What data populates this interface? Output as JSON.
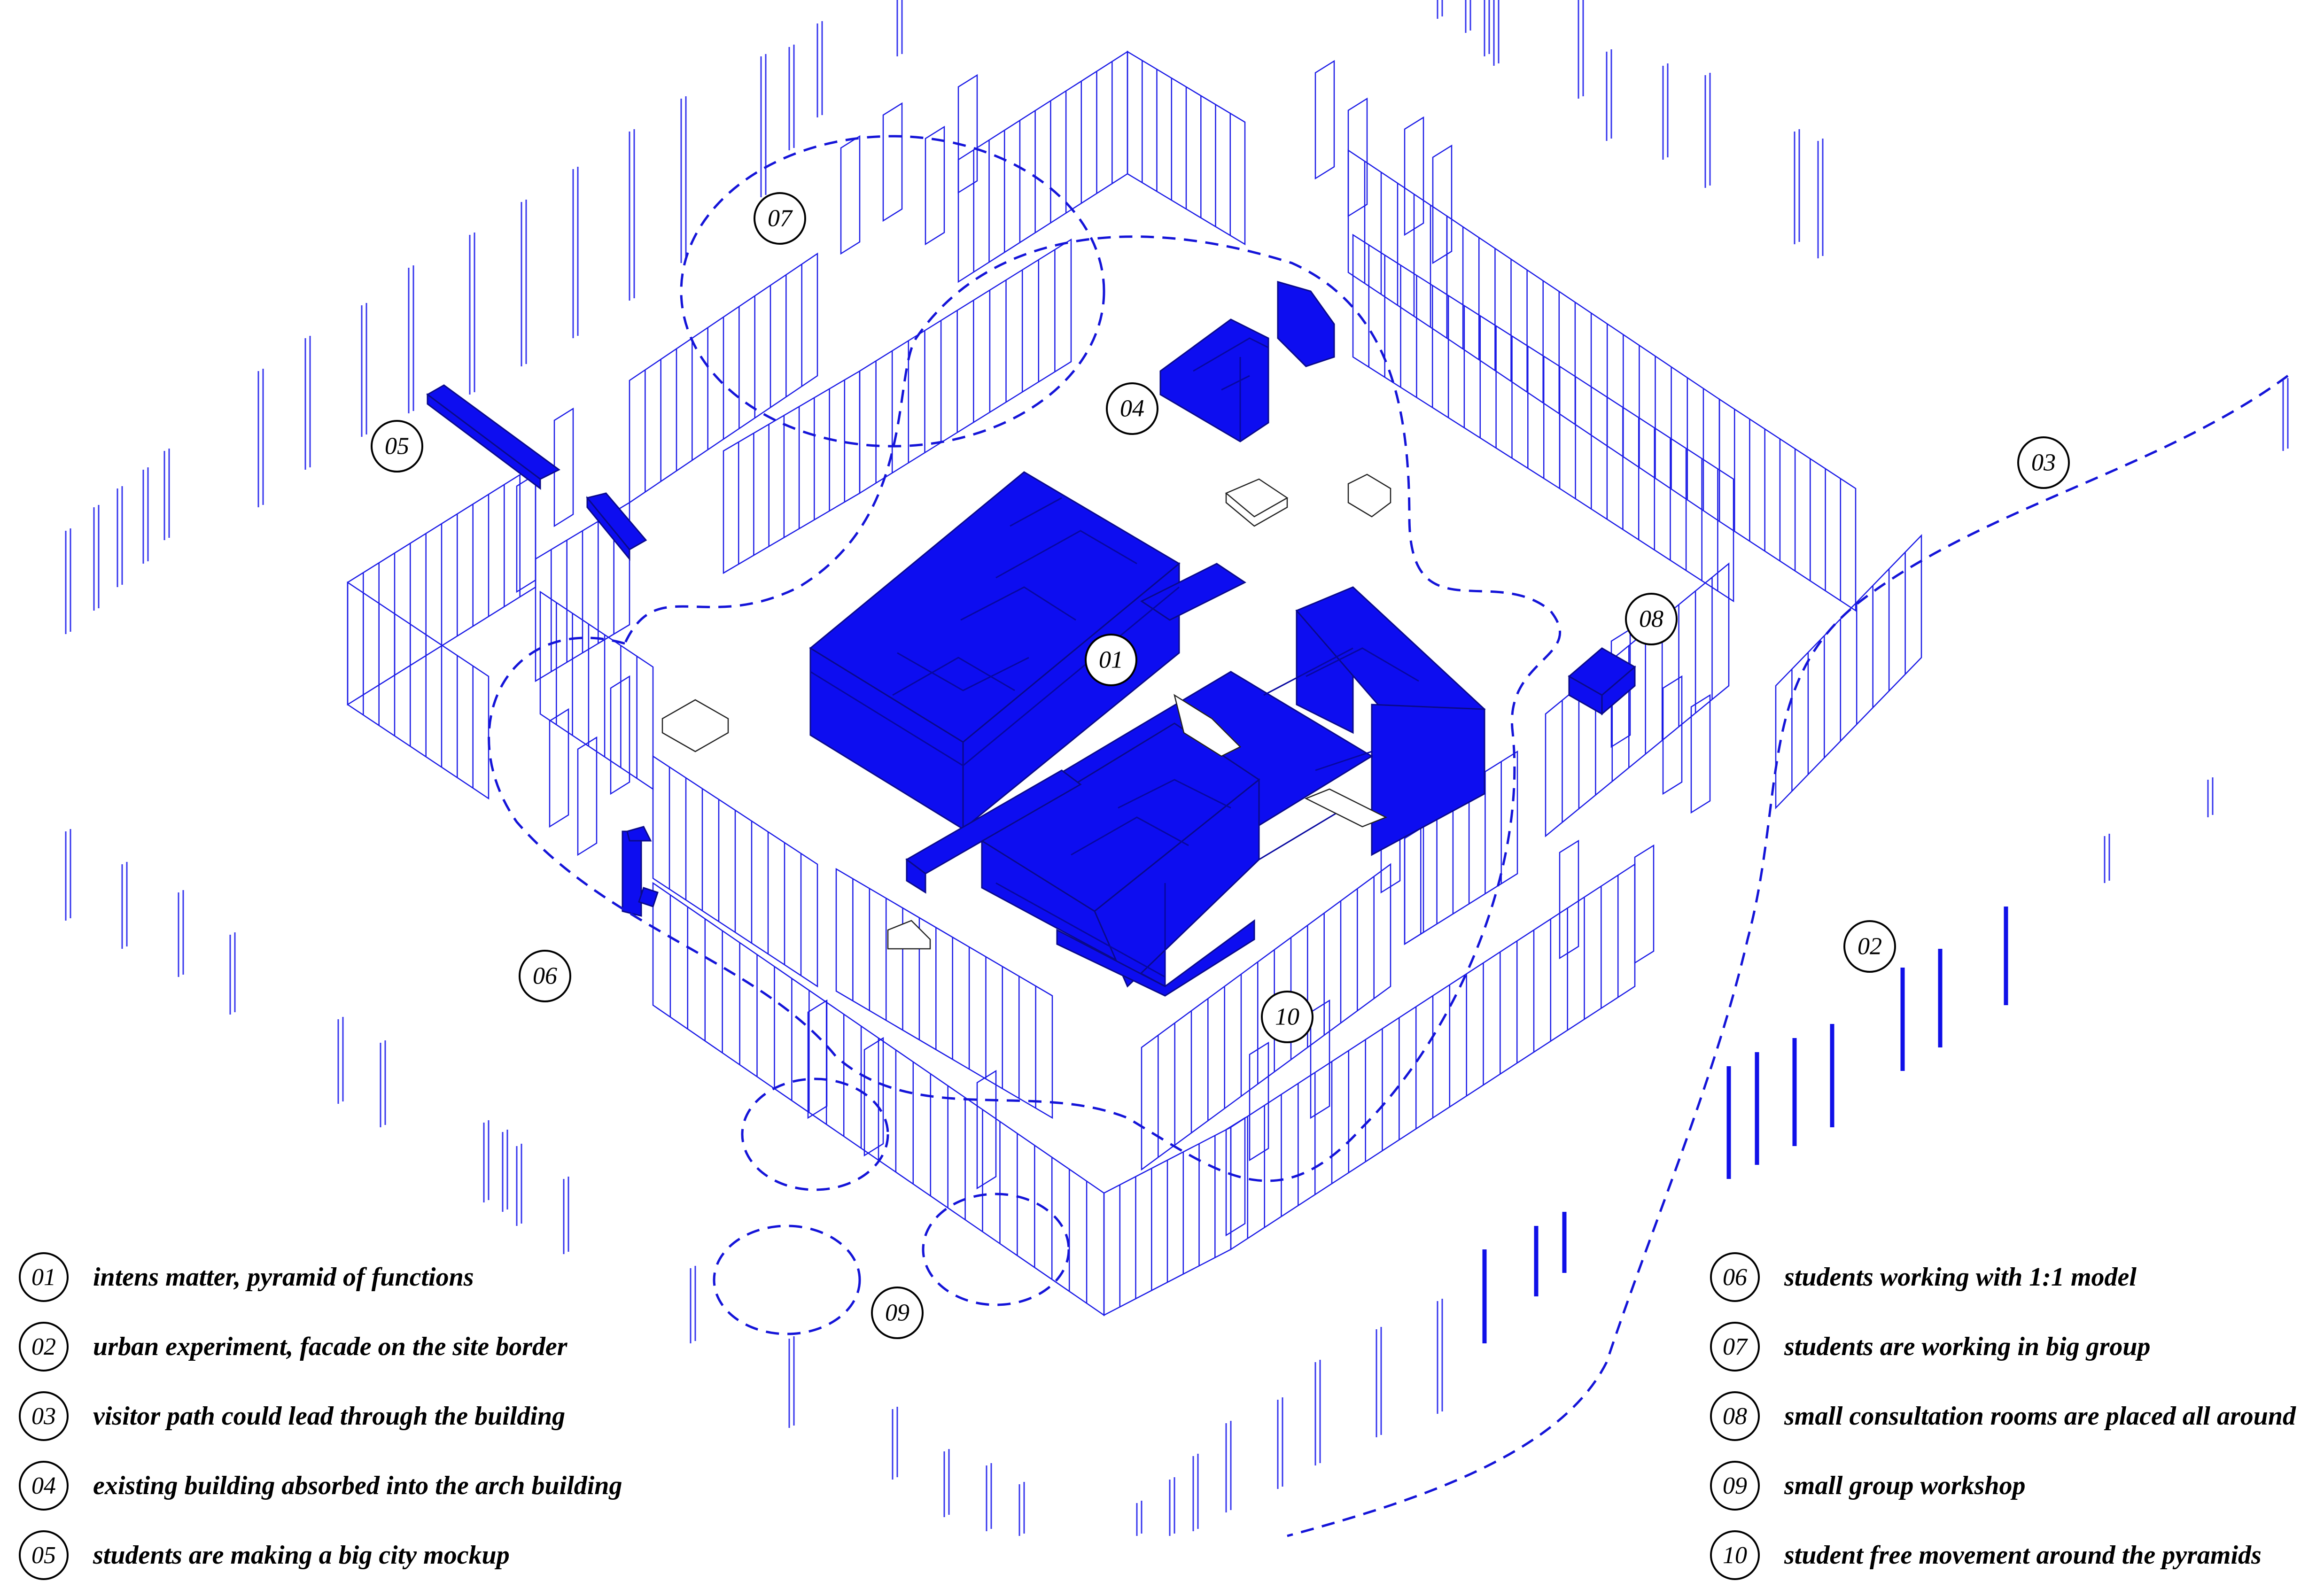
{
  "legend_left": [
    {
      "num": "01",
      "text": "intens matter, pyramid of functions"
    },
    {
      "num": "02",
      "text": "urban experiment, facade on the site border"
    },
    {
      "num": "03",
      "text": "visitor path could lead through the building"
    },
    {
      "num": "04",
      "text": "existing building absorbed into the arch building"
    },
    {
      "num": "05",
      "text": "students are making a big city mockup"
    }
  ],
  "legend_right": [
    {
      "num": "06",
      "text": "students working with 1:1 model"
    },
    {
      "num": "07",
      "text": "students are working in big group"
    },
    {
      "num": "08",
      "text": "small consultation rooms are placed all around"
    },
    {
      "num": "09",
      "text": "small group workshop"
    },
    {
      "num": "10",
      "text": "student free movement around the pyramids"
    }
  ],
  "markers": {
    "m01": "01",
    "m02": "02",
    "m03": "03",
    "m04": "04",
    "m05": "05",
    "m06": "06",
    "m07": "07",
    "m08": "08",
    "m09": "09",
    "m10": "10"
  },
  "colors": {
    "blue": "#0d0df0",
    "line": "#1a1ae6",
    "ink": "#000000"
  }
}
